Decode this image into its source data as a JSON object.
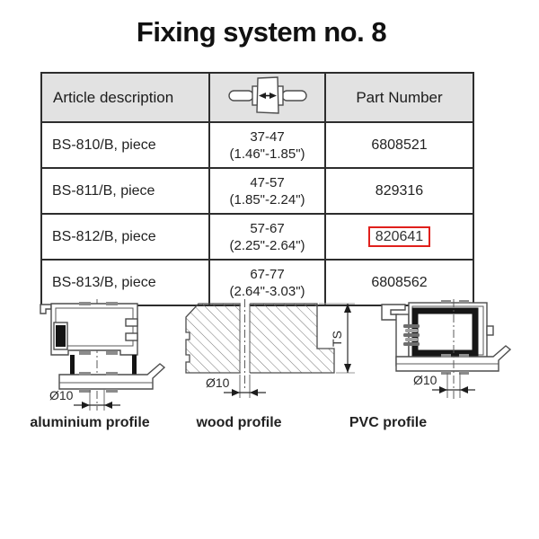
{
  "page": {
    "title": "Fixing system no. 8"
  },
  "table": {
    "headers": {
      "article": "Article description",
      "span_icon": "clamping-range-icon",
      "part": "Part Number"
    },
    "rows": [
      {
        "article": "BS-810/B, piece",
        "range_mm": "37-47",
        "range_in": "(1.46\"-1.85\")",
        "part": "6808521",
        "highlighted": false
      },
      {
        "article": "BS-811/B, piece",
        "range_mm": "47-57",
        "range_in": "(1.85\"-2.24\")",
        "part": "829316",
        "highlighted": false
      },
      {
        "article": "BS-812/B, piece",
        "range_mm": "57-67",
        "range_in": "(2.25\"-2.64\")",
        "part": "820641",
        "highlighted": true
      },
      {
        "article": "BS-813/B, piece",
        "range_mm": "67-77",
        "range_in": "(2.64\"-3.03\")",
        "part": "6808562",
        "highlighted": false
      }
    ]
  },
  "diagrams": {
    "aluminium": {
      "label": "aluminium profile",
      "hole_dimension": "Ø10"
    },
    "wood": {
      "label": "wood profile",
      "hole_dimension": "Ø10",
      "depth_dimension": "TS"
    },
    "pvc": {
      "label": "PVC profile",
      "hole_dimension": "Ø10"
    }
  },
  "colors": {
    "highlight_box": "#e0201c",
    "header_bg": "#e2e2e2",
    "table_border": "#2d2d2d",
    "drawing_stroke": "#4d4d4d"
  }
}
